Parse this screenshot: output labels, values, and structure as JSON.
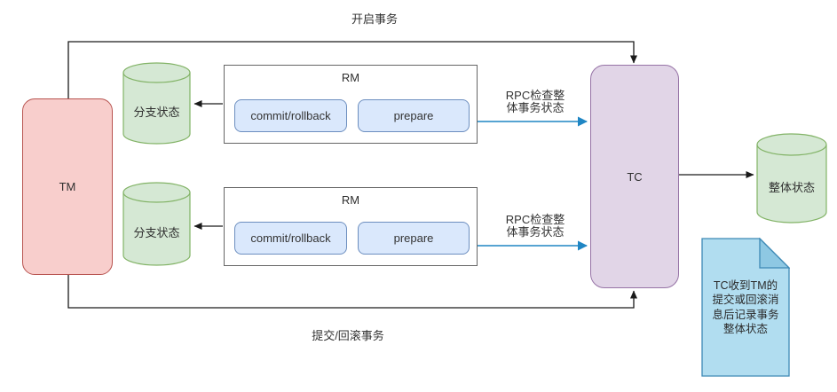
{
  "diagram": {
    "nodes": {
      "tm": {
        "label": "TM"
      },
      "tc": {
        "label": "TC"
      },
      "rm_top": {
        "label": "RM",
        "buttons": [
          "commit/rollback",
          "prepare"
        ]
      },
      "rm_bottom": {
        "label": "RM",
        "buttons": [
          "commit/rollback",
          "prepare"
        ]
      },
      "branch_status_top": {
        "label": "分支状态"
      },
      "branch_status_bottom": {
        "label": "分支状态"
      },
      "global_status": {
        "label": "整体状态"
      },
      "note": {
        "lines": [
          "TC收到TM的",
          "提交或回滚消",
          "息后记录事务",
          "整体状态"
        ]
      }
    },
    "edges": {
      "start_transaction": "开启事务",
      "commit_or_rollback_transaction": "提交/回滚事务",
      "rpc_check_top": [
        "RPC检查整",
        "体事务状态"
      ],
      "rpc_check_bottom": [
        "RPC检查整",
        "体事务状态"
      ]
    },
    "colors": {
      "tm_fill": "#f8cecc",
      "tm_stroke": "#b85450",
      "tc_fill": "#e1d5e7",
      "tc_stroke": "#9673a6",
      "rm_fill": "#ffffff",
      "rm_stroke": "#666666",
      "button_fill": "#dae8fc",
      "button_stroke": "#6c8ebf",
      "cylinder_fill": "#d5e8d4",
      "cylinder_stroke": "#82b366",
      "note_fill": "#b1ddf0",
      "note_fold_fill": "#8ec8e3",
      "note_stroke": "#3d89b5",
      "connector": "#1a1a1a",
      "rpc_connector": "#1f86c4"
    }
  }
}
